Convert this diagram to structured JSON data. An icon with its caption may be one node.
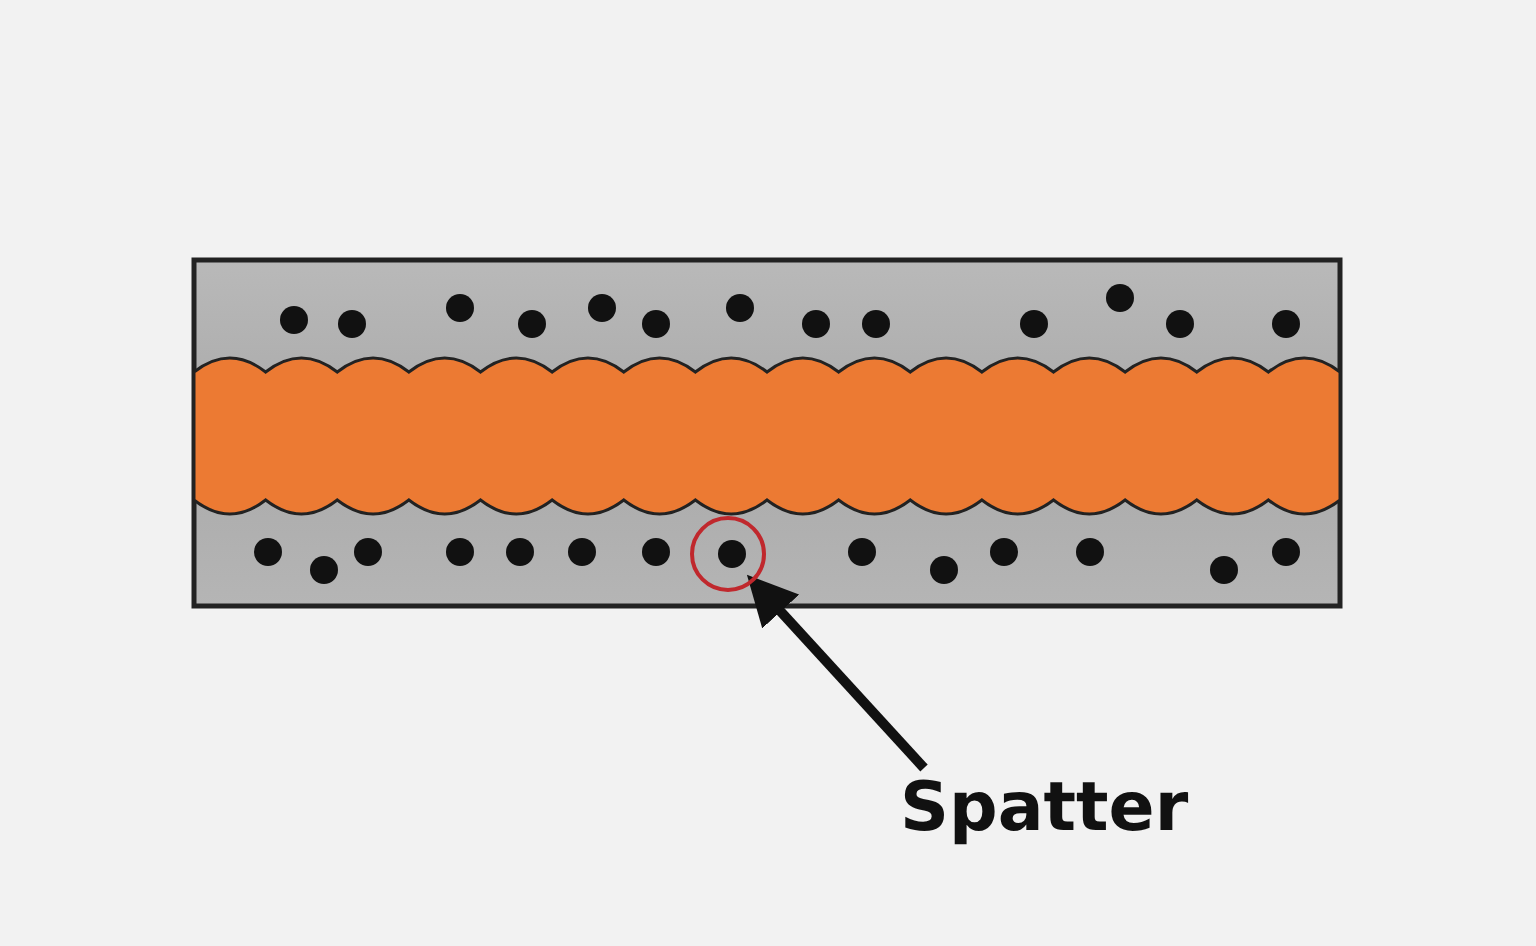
{
  "diagram": {
    "nodes": [
      {
        "text": [
          "Spatter"
        ]
      },
      {
        "text": [],
        "shape": "circle"
      }
    ],
    "edges": [
      {
        "from": 0,
        "to": 1,
        "arrow": "to"
      }
    ]
  }
}
